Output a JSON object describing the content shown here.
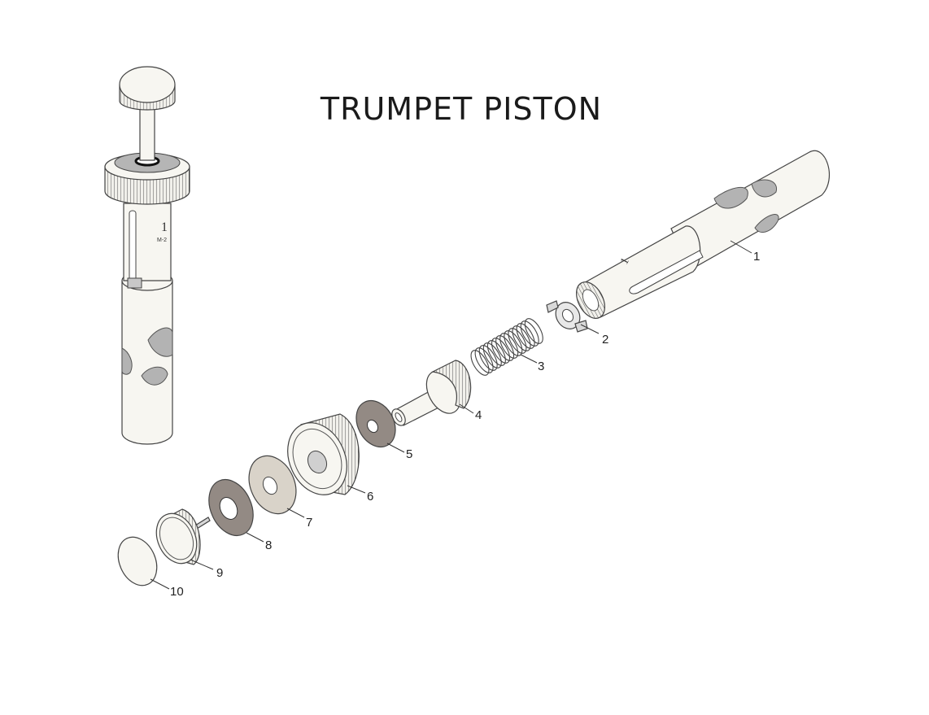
{
  "title": "TRUMPET PISTON",
  "piston_marking": "1",
  "piston_sub_marking": "M-2",
  "colors": {
    "outline": "#444444",
    "body_fill": "#f7f6f1",
    "port_fill": "#b3b3b3",
    "felt_dark": "#938a84",
    "felt_light": "#d9d3c9",
    "background": "#ffffff"
  },
  "callouts": [
    {
      "number": "1",
      "part": "piston-body"
    },
    {
      "number": "2",
      "part": "valve-guide"
    },
    {
      "number": "3",
      "part": "spring"
    },
    {
      "number": "4",
      "part": "valve-stem"
    },
    {
      "number": "5",
      "part": "felt-washer-top"
    },
    {
      "number": "6",
      "part": "top-cap"
    },
    {
      "number": "7",
      "part": "felt-washer-light"
    },
    {
      "number": "8",
      "part": "felt-washer-dark"
    },
    {
      "number": "9",
      "part": "finger-button-cap"
    },
    {
      "number": "10",
      "part": "pearl-button"
    }
  ]
}
